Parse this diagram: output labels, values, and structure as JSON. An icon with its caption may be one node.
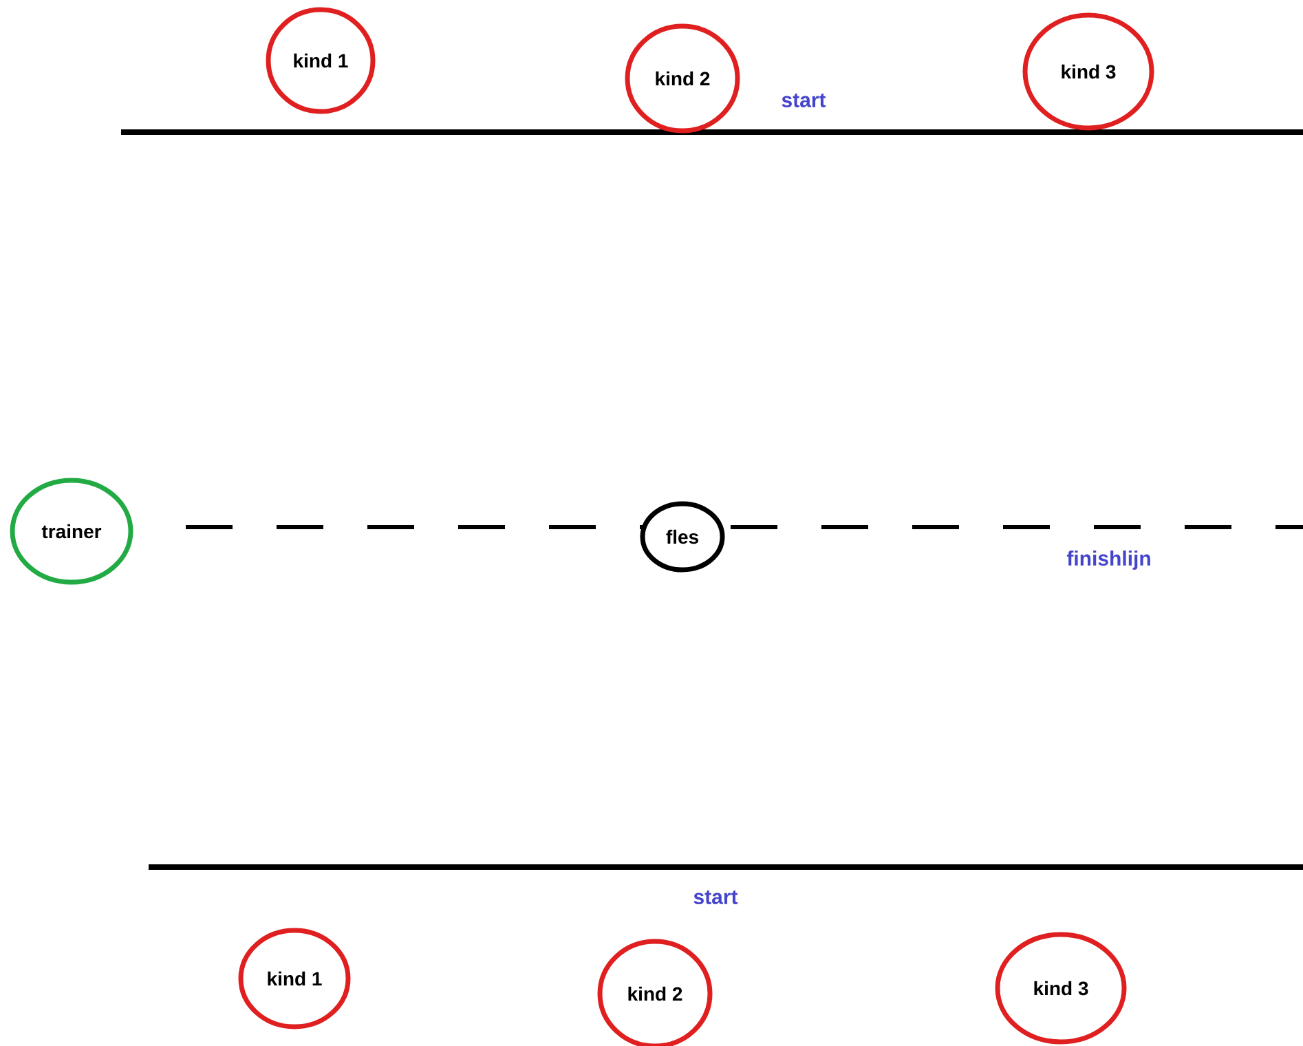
{
  "diagram": {
    "nodes": [
      {
        "text": [
          "kind 1"
        ]
      },
      {
        "text": [
          "kind 2"
        ]
      },
      {
        "text": [
          "kind 3"
        ]
      },
      {
        "text": [
          "trainer"
        ]
      },
      {
        "text": [
          "fles"
        ]
      },
      {
        "text": [
          "kind 1"
        ]
      },
      {
        "text": [
          "kind 2"
        ]
      },
      {
        "text": [
          "kind 3"
        ]
      }
    ],
    "labels": [
      "start",
      "finishlijn",
      "start"
    ]
  }
}
